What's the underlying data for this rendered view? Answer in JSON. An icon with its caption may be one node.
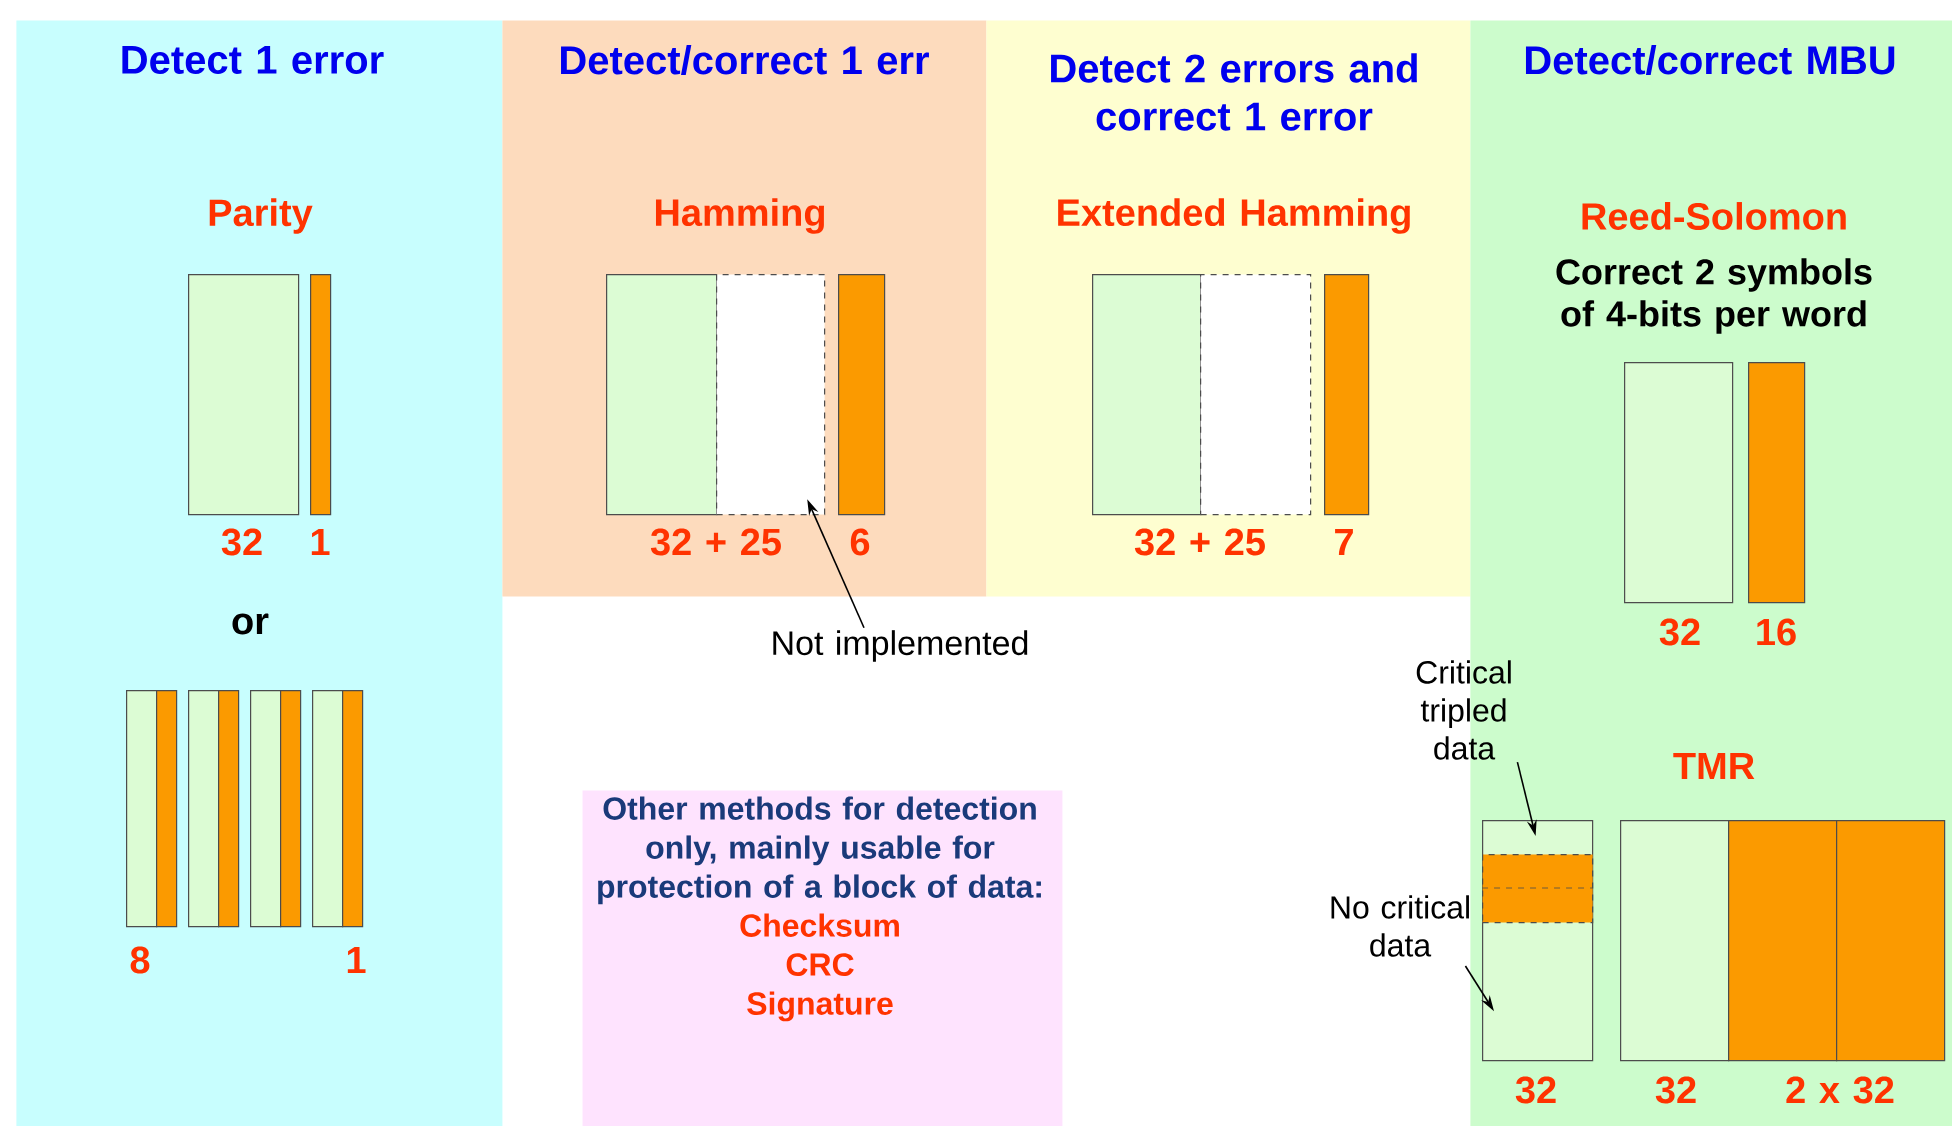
{
  "diagram": {
    "nodes": [
      {
        "text": [
          "Detect 1 error"
        ]
      },
      {
        "text": [
          "Detect/correct 1 err"
        ]
      },
      {
        "text": [
          "Detect 2 errors and correct 1 error"
        ]
      },
      {
        "text": [
          "Detect/correct MBU"
        ]
      },
      {
        "text": [
          "Other methods for detection only, mainly usable for protection of a block of data:",
          "Checksum",
          "CRC",
          "Signature"
        ]
      },
      {
        "text": [
          "Not implemented"
        ]
      },
      {
        "text": [
          "Critical tripled data"
        ]
      },
      {
        "text": [
          "No critical data"
        ]
      },
      {
        "text": [],
        "shape": "bar",
        "in": 0
      },
      {
        "text": [],
        "shape": "bar",
        "in": 0
      },
      {
        "text": [],
        "shape": "bar",
        "in": 0
      },
      {
        "text": [],
        "shape": "bar",
        "in": 0
      },
      {
        "text": [],
        "shape": "bar",
        "in": 0
      },
      {
        "text": [],
        "shape": "bar",
        "in": 0
      },
      {
        "text": [],
        "shape": "bar",
        "in": 0
      },
      {
        "text": [],
        "shape": "bar",
        "in": 0
      },
      {
        "text": [],
        "shape": "bar",
        "in": 0
      },
      {
        "text": [],
        "shape": "bar",
        "in": 0
      },
      {
        "text": [],
        "shape": "bar",
        "in": 1
      },
      {
        "text": [],
        "shape": "bar",
        "in": 1
      },
      {
        "text": [],
        "shape": "bar",
        "in": 1
      },
      {
        "text": [],
        "shape": "bar",
        "in": 2
      },
      {
        "text": [],
        "shape": "bar",
        "in": 2
      },
      {
        "text": [],
        "shape": "bar",
        "in": 2
      },
      {
        "text": [],
        "shape": "bar",
        "in": 3
      },
      {
        "text": [],
        "shape": "bar",
        "in": 3
      },
      {
        "text": [],
        "shape": "bar",
        "in": 3
      },
      {
        "text": [],
        "shape": "bar",
        "in": 26
      },
      {
        "text": [],
        "shape": "bar",
        "in": 3
      },
      {
        "text": [],
        "shape": "bar",
        "in": 3
      },
      {
        "text": [],
        "shape": "bar",
        "in": 3
      }
    ],
    "edges": [
      {
        "from": 5,
        "to": 19,
        "arrow": "to"
      },
      {
        "from": 6,
        "to": 27,
        "arrow": "to"
      },
      {
        "from": 7,
        "to": 26,
        "arrow": "to"
      }
    ],
    "labels": [
      "Parity",
      "32",
      "1",
      "or",
      "8",
      "1",
      "Hamming",
      "32 + 25",
      "6",
      "Extended Hamming",
      "32 + 25",
      "7",
      "Reed-Solomon",
      "Correct 2 symbols of 4-bits per word",
      "32",
      "16",
      "TMR",
      "32",
      "32",
      "2 x 32"
    ]
  }
}
